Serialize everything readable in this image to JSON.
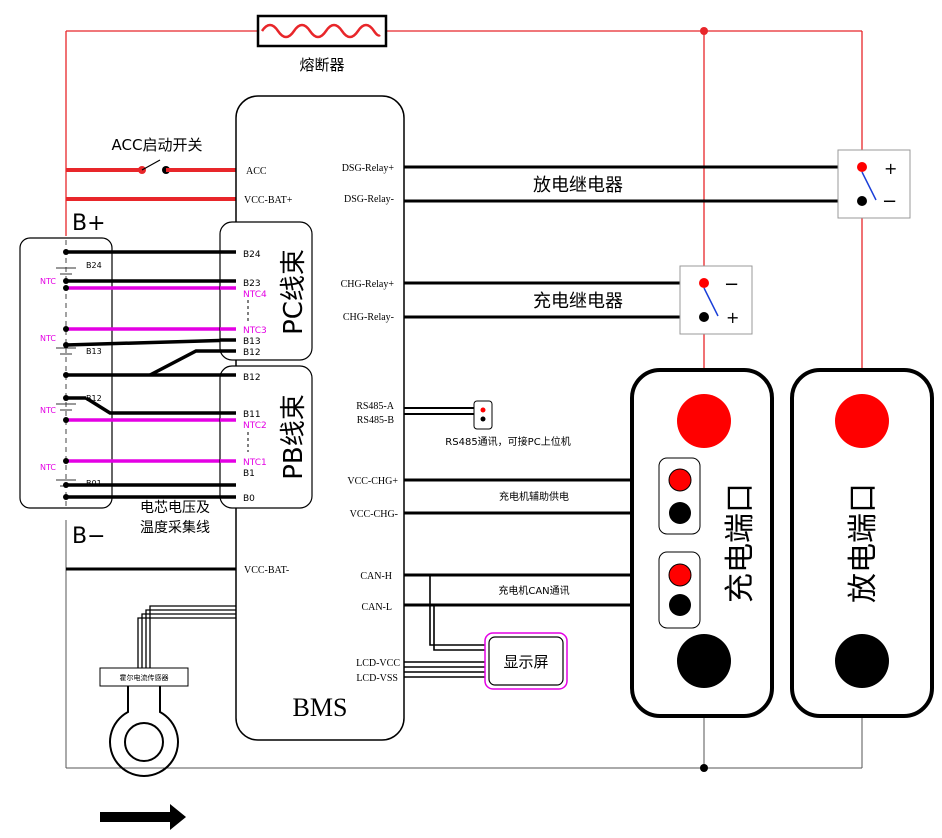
{
  "fuse": {
    "label": "熔断器"
  },
  "acc_switch": {
    "label": "ACC启动开关"
  },
  "battery": {
    "plus": "B+",
    "minus": "B−",
    "cell_tags": [
      "B24",
      "B13",
      "B12",
      "B01"
    ],
    "ntc": [
      "NTC",
      "NTC",
      "NTC",
      "NTC"
    ],
    "sense_caption_1": "电芯电压及",
    "sense_caption_2": "温度采集线"
  },
  "harness_pc": {
    "label": "PC线束",
    "pins": [
      "B24",
      "B23",
      "NTC4",
      "NTC3",
      "B13",
      "B12"
    ]
  },
  "harness_pb": {
    "label": "PB线束",
    "pins": [
      "B12",
      "B11",
      "NTC2",
      "NTC1",
      "B1",
      "B0"
    ]
  },
  "bms": {
    "name": "BMS",
    "left_pins": [
      "ACC",
      "VCC-BAT+",
      "VCC-BAT-"
    ],
    "right_pins": [
      "DSG-Relay+",
      "DSG-Relay-",
      "CHG-Relay+",
      "CHG-Relay-",
      "RS485-A",
      "RS485-B",
      "VCC-CHG+",
      "VCC-CHG-",
      "CAN-H",
      "CAN-L",
      "LCD-VCC",
      "LCD-VSS"
    ]
  },
  "dsg_relay": {
    "label": "放电继电器",
    "plus": "+",
    "minus": "−"
  },
  "chg_relay": {
    "label": "充电继电器",
    "plus": "+",
    "minus": "−"
  },
  "rs485": {
    "label": "RS485通讯，可接PC上位机"
  },
  "charger_aux": {
    "label": "充电机辅助供电"
  },
  "charger_can": {
    "label": "充电机CAN通讯"
  },
  "display": {
    "label": "显示屏"
  },
  "charge_port": {
    "label": "充电端口"
  },
  "discharge_port": {
    "label": "放电端口"
  },
  "hall_sensor": {
    "label": "霍尔电流传感器"
  },
  "colors": {
    "wire_red": "#e8262a",
    "wire_black": "#000000",
    "ntc_magenta": "#e400e4",
    "port_red": "#ff0000"
  }
}
